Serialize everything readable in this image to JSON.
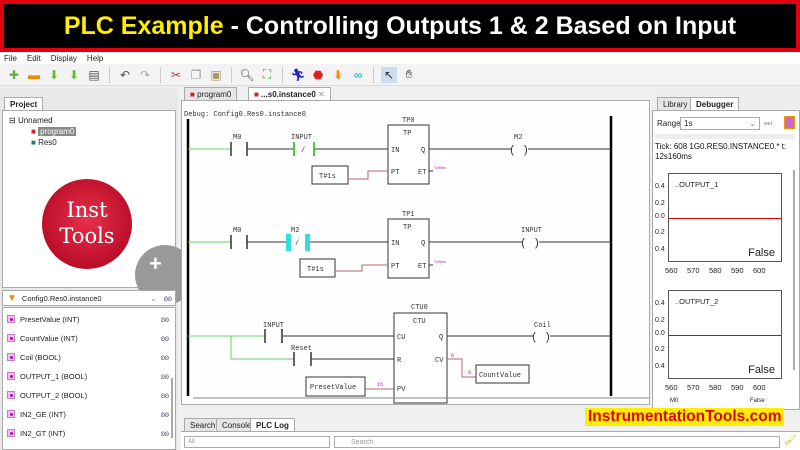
{
  "banner": {
    "highlight": "PLC Example",
    "rest": " - Controlling Outputs 1 & 2 Based on Input"
  },
  "menu": [
    "File",
    "Edit",
    "Display",
    "Help"
  ],
  "project": {
    "tab": "Project",
    "root": "Unnamed",
    "program": "program0",
    "resource": "Res0",
    "logo": [
      "Inst",
      "Tools"
    ],
    "instance_select": "Config0.Res0.instance0",
    "variables": [
      "PresetValue (INT)",
      "CountValue (INT)",
      "Coil (BOOL)",
      "OUTPUT_1 (BOOL)",
      "OUTPUT_2 (BOOL)",
      "IN2_GE (INT)",
      "IN2_GT (INT)"
    ]
  },
  "editor": {
    "tabs": [
      "program0",
      "...s0.instance0"
    ],
    "debug": "Debug: Config0.Res0.instance0",
    "rung1": {
      "c1": "M0",
      "c2": "INPUT",
      "blk_name": "TP0",
      "blk_type": "TP",
      "in": "IN",
      "q": "Q",
      "pt": "PT",
      "et": "ET",
      "preset": "T#1s",
      "et_val": "T#0ms",
      "coil": "M2"
    },
    "rung2": {
      "c1": "M0",
      "c2": "M2",
      "blk_name": "TP1",
      "blk_type": "TP",
      "in": "IN",
      "q": "Q",
      "pt": "PT",
      "et": "ET",
      "preset": "T#1s",
      "et_val": "T#0ms",
      "coil": "INPUT"
    },
    "rung3": {
      "c1": "INPUT",
      "c2": "Reset",
      "blk_name": "CTU0",
      "blk_type": "CTU",
      "cu": "CU",
      "r": "R",
      "pv": "PV",
      "q": "Q",
      "cv": "CV",
      "preset": "PresetValue",
      "pv_val": "15",
      "cv_val": "0",
      "cv_var_val": "0",
      "cv_var": "CountValue",
      "coil": "Coil"
    }
  },
  "debugger": {
    "tabs": [
      "Library",
      "Debugger"
    ],
    "range_label": "Range:",
    "range_value": "1s",
    "tick": "Tick: 608  1G0.RES0.INSTANCE0.*  t: 12s160ms",
    "y_ticks": [
      "0.4",
      "0.2",
      "0.0",
      "0.2",
      "0.4"
    ],
    "x_ticks": [
      "560",
      "570",
      "580",
      "590",
      "600"
    ],
    "charts": [
      {
        "name": "..OUTPUT_1",
        "value": "False"
      },
      {
        "name": "..OUTPUT_2",
        "value": "False"
      }
    ],
    "footer": [
      "M0",
      "False"
    ]
  },
  "bottom": {
    "tabs": [
      "Search",
      "Console",
      "PLC Log"
    ],
    "filter": "All",
    "search_placeholder": "Search"
  },
  "watermark": "InstrumentationTools.com",
  "colors": {
    "energized": "#66cc66",
    "highlight": "#33dddd",
    "trace": "#d00000"
  }
}
